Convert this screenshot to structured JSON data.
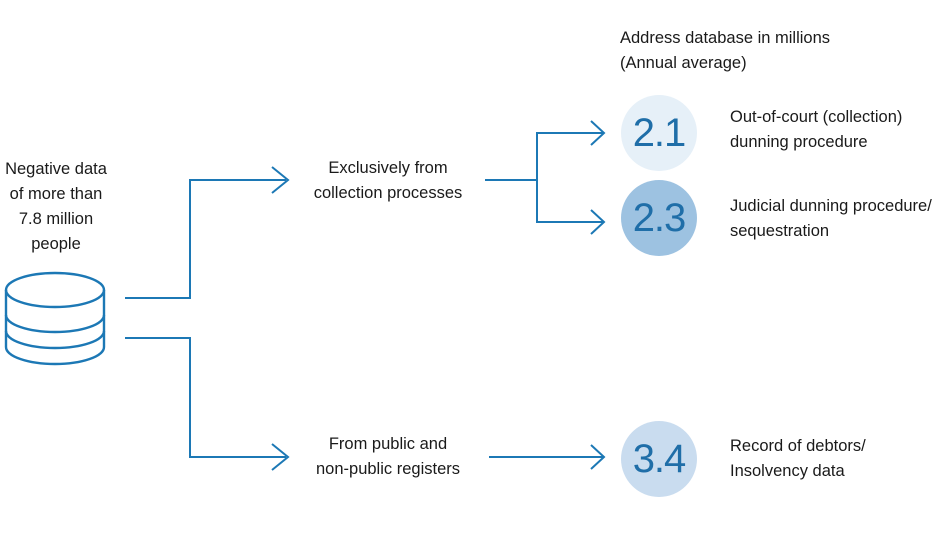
{
  "colors": {
    "line": "#1c78b5",
    "number_text": "#1f6ea8",
    "circle_light": "#e6f0f8",
    "circle_medium": "#9dc2e1",
    "circle_pale": "#c9dcef"
  },
  "icons": {
    "database": "database-icon"
  },
  "source": {
    "lines": [
      "Negative data",
      "of more than",
      "7.8 million",
      "people"
    ]
  },
  "header": {
    "lines": [
      "Address database in millions",
      "(Annual average)"
    ]
  },
  "branches": {
    "collection": {
      "lines": [
        "Exclusively from",
        "collection processes"
      ]
    },
    "registers": {
      "lines": [
        "From public and",
        "non-public registers"
      ]
    }
  },
  "results": [
    {
      "value": "2.1",
      "lines": [
        "Out-of-court (collection)",
        "dunning procedure"
      ]
    },
    {
      "value": "2.3",
      "lines": [
        "Judicial dunning procedure/",
        "sequestration"
      ]
    },
    {
      "value": "3.4",
      "lines": [
        "Record of debtors/",
        "Insolvency data"
      ]
    }
  ]
}
